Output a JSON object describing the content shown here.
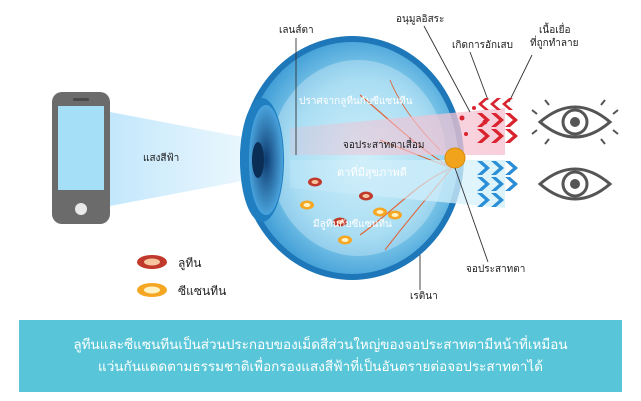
{
  "labels": {
    "lens": "เลนส์ตา",
    "free_radicals": "อนุมูลอิสระ",
    "inflammation": "เกิดการอักเสบ",
    "damaged_tissue_line1": "เนื้อเยื่อ",
    "damaged_tissue_line2": "ที่ถูกทำลาย",
    "lacking_pigments": "ปราศจากลูทีนกับซีแซนทีน",
    "retina_degeneration": "จอประสาทตาเสื่อม",
    "healthy_eye": "ตาที่มีสุขภาพดี",
    "has_pigments": "มีลูทีนกับซีแซนทีน",
    "blue_light": "แสงสีฟ้า",
    "retina": "เรตินา",
    "macula": "จอประสาทตา"
  },
  "legend": {
    "lutein": "ลูทีน",
    "zeaxanthin": "ซีแซนทีน"
  },
  "caption": {
    "line1": "ลูทีนและซีแซนทีนเป็นส่วนประกอบของเม็ดสีส่วนใหญ่ของจอประสาทตามีหน้าที่เหมือน",
    "line2": "แว่นกันแดดตามธรรมชาติเพื่อกรองแสงสีฟ้าที่เป็นอันตรายต่อจอประสาทตาได้"
  },
  "icons": [
    "smartphone-icon",
    "damaged-eye-icon",
    "healthy-eye-icon"
  ],
  "colors": {
    "caption_bg": "#58c6d8",
    "damage_red": "#d9232e",
    "healthy_blue": "#2a8fd6",
    "lutein": "#c0392b",
    "zeaxanthin": "#f39c12"
  }
}
